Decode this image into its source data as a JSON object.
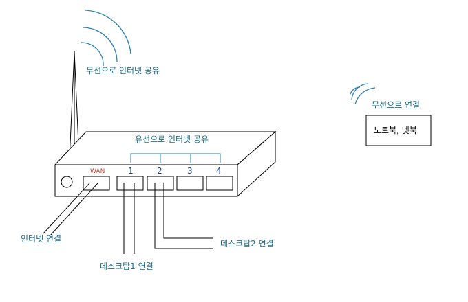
{
  "labels": {
    "router_wireless": "무선으로 인터넷 공유",
    "router_wired": "유선으로 인터넷 공유",
    "laptop_wireless": "무선으로 연결",
    "laptop_box": "노트북, 넷북",
    "internet": "인터넷 연결",
    "desktop1": "데스크탑1 연결",
    "desktop2": "데스크탑2 연결"
  },
  "ports": {
    "wan": "WAN",
    "p1": "1",
    "p2": "2",
    "p3": "3",
    "p4": "4"
  },
  "colors": {
    "label": "#1a6f8c",
    "wave": "#2a7fb0",
    "wan": "#c0392b",
    "line": "#000000"
  }
}
